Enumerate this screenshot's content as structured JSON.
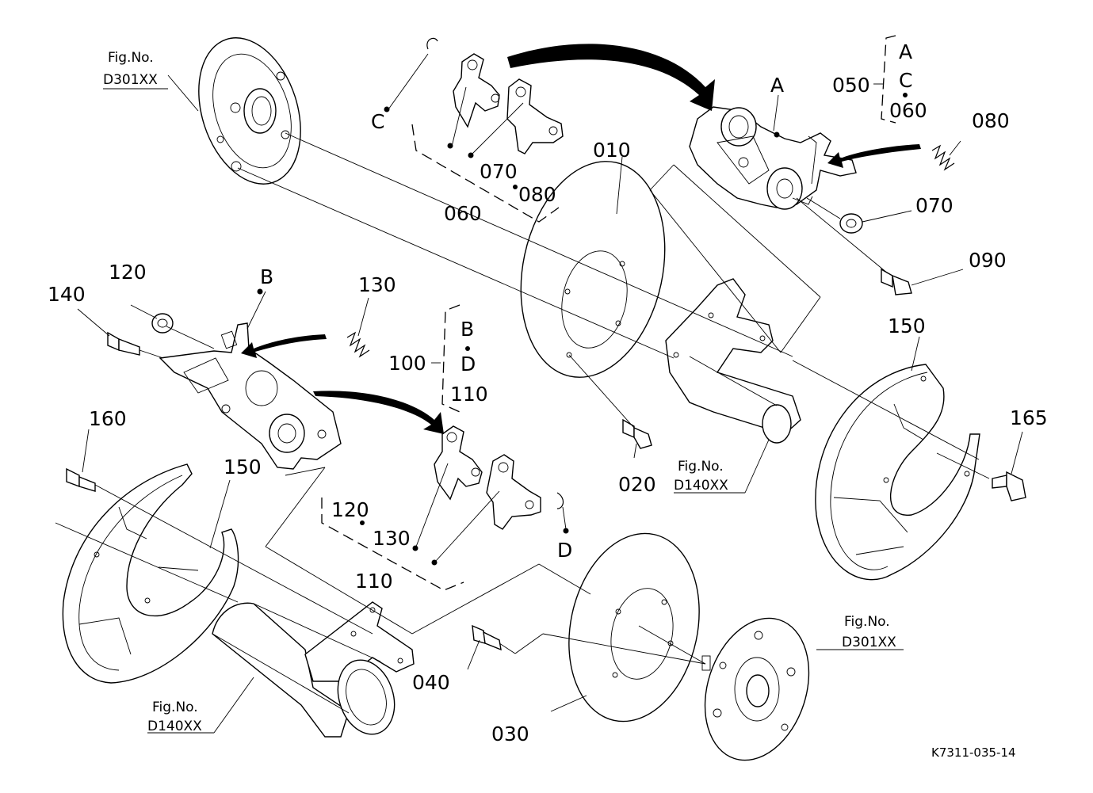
{
  "figure_refs": {
    "top_left": {
      "label": "Fig.No.",
      "code": "D301XX"
    },
    "mid_right": {
      "label": "Fig.No.",
      "code": "D140XX"
    },
    "bottom_left": {
      "label": "Fig.No.",
      "code": "D140XX"
    },
    "bottom_right": {
      "label": "Fig.No.",
      "code": "D301XX"
    }
  },
  "part_numbers": {
    "p010": "010",
    "p020": "020",
    "p030": "030",
    "p040": "040",
    "p050": "050",
    "p060_a": "060",
    "p060_b": "060",
    "p070_a": "070",
    "p070_b": "070",
    "p080_a": "080",
    "p080_b": "080",
    "p090": "090",
    "p100": "100",
    "p110_a": "110",
    "p110_b": "110",
    "p120_a": "120",
    "p120_b": "120",
    "p130_a": "130",
    "p130_b": "130",
    "p140": "140",
    "p150_a": "150",
    "p150_b": "150",
    "p160": "160",
    "p165": "165"
  },
  "letters": {
    "a1": "A",
    "a2": "A",
    "b1": "B",
    "b2": "B",
    "c1": "C",
    "c2": "C",
    "d1": "D",
    "d2": "D"
  },
  "drawing_code": "K7311-035-14"
}
